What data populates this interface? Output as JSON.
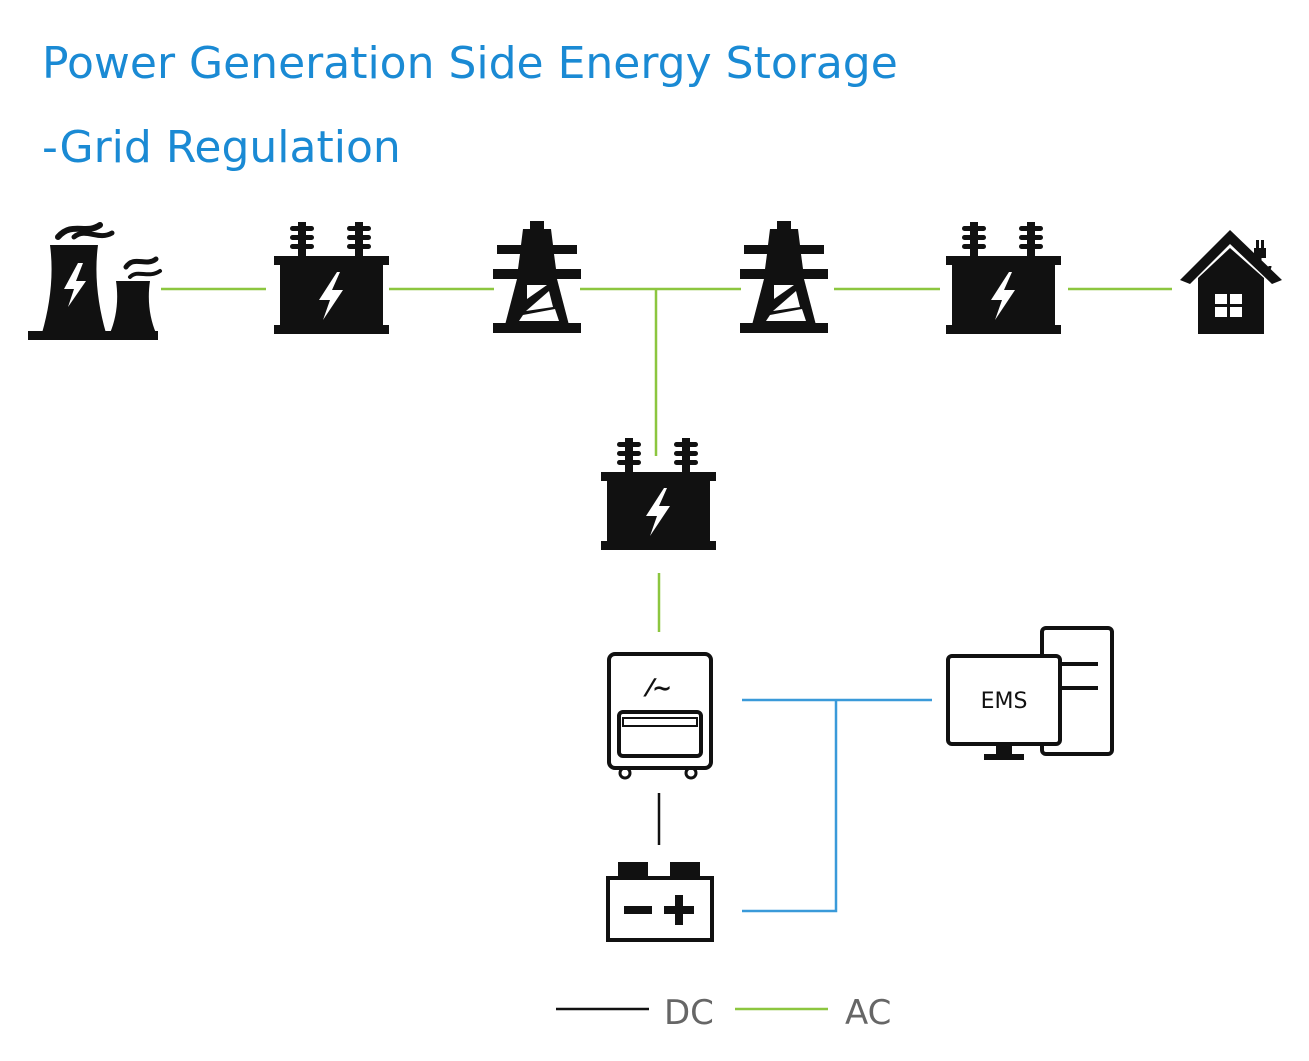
{
  "title": {
    "line1": "Power Generation Side Energy Storage",
    "line2": "-Grid Regulation"
  },
  "nodes": {
    "power_plant": "power-plant-icon",
    "step_up_transformer": "transformer-icon",
    "tower_left": "transmission-tower-icon",
    "tower_right": "transmission-tower-icon",
    "step_down_transformer": "transformer-icon",
    "house": "house-icon",
    "storage_transformer": "transformer-icon",
    "pcs": "inverter-icon",
    "pcs_symbol": "⁄∼",
    "battery": "battery-icon",
    "ems_label": "EMS"
  },
  "legend": {
    "dc_label": "DC",
    "ac_label": "AC"
  },
  "colors": {
    "title": "#1a8ad4",
    "ac_line": "#8cc63f",
    "dc_line": "#111111",
    "comm_line": "#3a9ad9",
    "icon": "#111111",
    "legend_text": "#666666"
  }
}
